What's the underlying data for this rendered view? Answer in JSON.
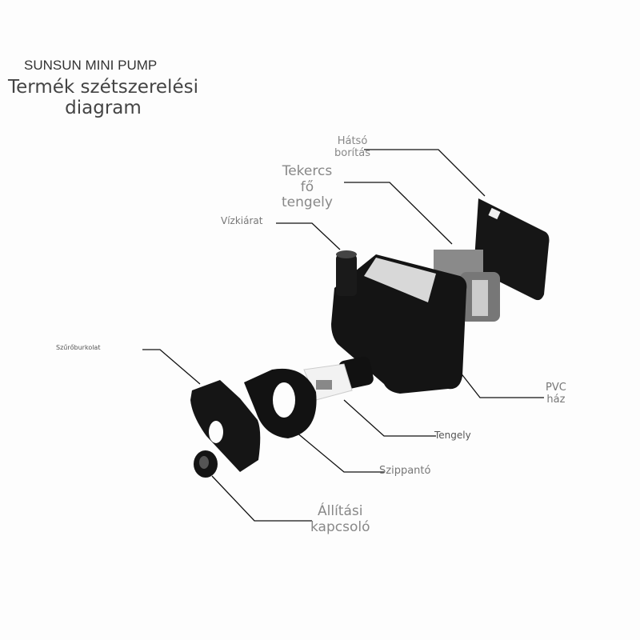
{
  "header": {
    "brand": "SUNSUN MINI PUMP",
    "title_line1": "Termék szétszerelési",
    "title_line2": "diagram"
  },
  "labels": {
    "back_cover": [
      "Hátsó",
      "borítás"
    ],
    "coil_shaft": [
      "Tekercs",
      "fő",
      "tengely"
    ],
    "outlet": "Vízkiárat",
    "filter_cover": "Szűrőburkolat",
    "pvc_housing": [
      "PVC",
      "ház"
    ],
    "shaft": "Tengely",
    "intake": "Szippantó",
    "adjust_switch": [
      "Állítási",
      "kapcsoló"
    ]
  }
}
